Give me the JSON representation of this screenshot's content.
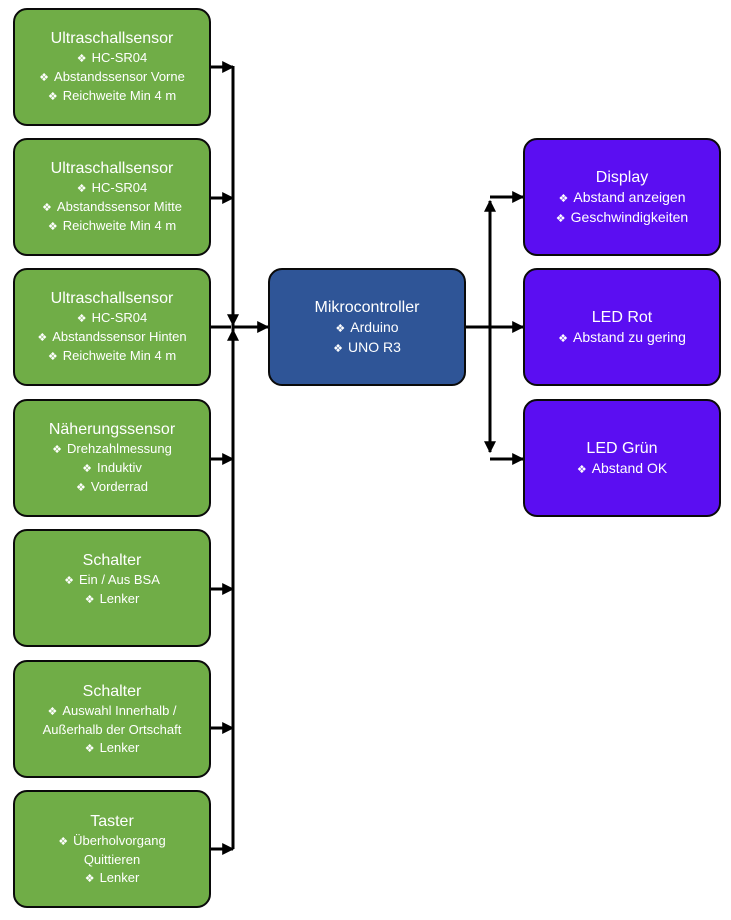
{
  "bullet_glyph": "❖",
  "colors": {
    "sensor_fill": "#70ad47",
    "controller_fill": "#2f5597",
    "output_fill": "#5b0ef2",
    "line": "#000000"
  },
  "inputs": [
    {
      "title": "Ultraschallsensor",
      "items": [
        "HC-SR04",
        "Abstandssensor Vorne",
        "Reichweite Min 4 m"
      ]
    },
    {
      "title": "Ultraschallsensor",
      "items": [
        "HC-SR04",
        "Abstandssensor Mitte",
        "Reichweite Min 4 m"
      ]
    },
    {
      "title": "Ultraschallsensor",
      "items": [
        "HC-SR04",
        "Abstandssensor Hinten",
        "Reichweite Min 4 m"
      ]
    },
    {
      "title": "Näherungssensor",
      "items": [
        "Drehzahlmessung",
        "Induktiv",
        "Vorderrad"
      ]
    },
    {
      "title": "Schalter",
      "items": [
        "Ein / Aus BSA",
        "Lenker"
      ]
    },
    {
      "title": "Schalter",
      "items": [
        "Auswahl Innerhalb / Außerhalb der Ortschaft",
        "Lenker"
      ]
    },
    {
      "title": "Taster",
      "items": [
        "Überholvorgang Quittieren",
        "Lenker"
      ]
    }
  ],
  "controller": {
    "title": "Mikrocontroller",
    "items": [
      "Arduino",
      "UNO R3"
    ]
  },
  "outputs": [
    {
      "title": "Display",
      "items": [
        "Abstand anzeigen",
        "Geschwindigkeiten"
      ]
    },
    {
      "title": "LED Rot",
      "items": [
        "Abstand zu gering"
      ]
    },
    {
      "title": "LED Grün",
      "items": [
        "Abstand OK"
      ]
    }
  ]
}
